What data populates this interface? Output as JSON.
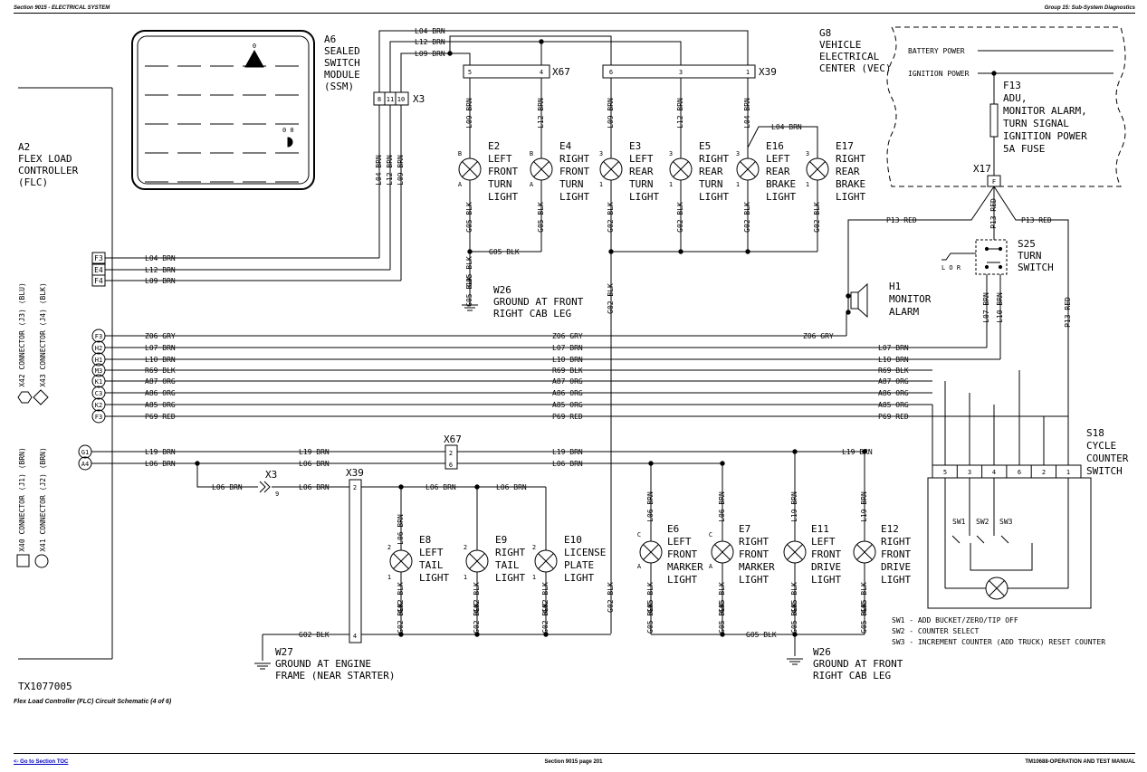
{
  "header": {
    "section": "Section 9015 - ELECTRICAL SYSTEM",
    "group": "Group 15: Sub-System Diagnostics"
  },
  "footer": {
    "toc_link": "<- Go to Section TOC",
    "page": "Section 9015 page 201",
    "manual": "TM10688-OPERATION AND TEST MANUAL"
  },
  "diagram": {
    "figure_id": "TX1077005",
    "caption": "Flex Load Controller (FLC) Circuit Schematic (4 of 6)",
    "a6": [
      "A6",
      "SEALED",
      "SWITCH",
      "MODULE",
      "(SSM)"
    ],
    "ssm_digit": "0",
    "a2": [
      "A2",
      "FLEX LOAD",
      "CONTROLLER",
      "(FLC)"
    ],
    "g8": [
      "G8",
      "VEHICLE",
      "ELECTRICAL",
      "CENTER (VEC)"
    ],
    "battery_power": "BATTERY POWER",
    "ignition_power": "IGNITION POWER",
    "f13": [
      "F13",
      "ADU,",
      "MONITOR ALARM,",
      "TURN SIGNAL",
      "IGNITION POWER",
      "5A FUSE"
    ],
    "x17": "X17",
    "x17_pin": "F",
    "s25": [
      "S25",
      "TURN",
      "SWITCH"
    ],
    "s25_pos": "L O R",
    "h1": [
      "H1",
      "MONITOR",
      "ALARM"
    ],
    "w26_top": [
      "W26",
      "GROUND AT FRONT",
      "RIGHT CAB LEG"
    ],
    "w26_bottom": [
      "W26",
      "GROUND AT FRONT",
      "RIGHT CAB LEG"
    ],
    "w27": [
      "W27",
      "GROUND AT ENGINE",
      "FRAME (NEAR STARTER)"
    ],
    "s18": [
      "S18",
      "CYCLE",
      "COUNTER",
      "SWITCH"
    ],
    "s18_pins": [
      "5",
      "3",
      "4",
      "6",
      "2",
      "1"
    ],
    "s18_sw": [
      "SW1",
      "SW2",
      "SW3"
    ],
    "sw_legend": [
      "SW1 - ADD BUCKET/ZERO/TIP OFF",
      "SW2 - COUNTER SELECT",
      "SW3 - INCREMENT COUNTER (ADD TRUCK) RESET COUNTER"
    ],
    "connector_legend": {
      "x42": "X42 CONNECTOR (J3) (BLU)",
      "x43": "X43 CONNECTOR (J4) (BLK)",
      "x40": "X40 CONNECTOR (J1) (BRN)",
      "x41": "X41 CONNECTOR (J2) (BRN)"
    },
    "x3": "X3",
    "x3_pins": [
      "8",
      "11",
      "10"
    ],
    "x3_lower": "X3",
    "x3_lower_pin": "9",
    "x67": "X67",
    "x67_pins": [
      "5",
      "4"
    ],
    "x39": "X39",
    "x39_pins": [
      "6",
      "3",
      "1"
    ],
    "x67_mid": "X67",
    "x67_mid_pins": [
      "2",
      "6"
    ],
    "x39_lower": "X39",
    "x39_lower_pins": [
      "2",
      "4"
    ],
    "lights_top": [
      {
        "id": "E2",
        "lines": [
          "E2",
          "LEFT",
          "FRONT",
          "TURN",
          "LIGHT"
        ],
        "top": "L09 BRN",
        "bot": "G05 BLK",
        "p1": "B",
        "p2": "A"
      },
      {
        "id": "E4",
        "lines": [
          "E4",
          "RIGHT",
          "FRONT",
          "TURN",
          "LIGHT"
        ],
        "top": "L12 BRN",
        "bot": "G05 BLK",
        "p1": "B",
        "p2": "A"
      },
      {
        "id": "E3",
        "lines": [
          "E3",
          "LEFT",
          "REAR",
          "TURN",
          "LIGHT"
        ],
        "top": "L09 BRN",
        "bot": "G02 BLK",
        "p1": "3",
        "p2": "1"
      },
      {
        "id": "E5",
        "lines": [
          "E5",
          "RIGHT",
          "REAR",
          "TURN",
          "LIGHT"
        ],
        "top": "L12 BRN",
        "bot": "G02 BLK",
        "p1": "3",
        "p2": "1"
      },
      {
        "id": "E16",
        "lines": [
          "E16",
          "LEFT",
          "REAR",
          "BRAKE",
          "LIGHT"
        ],
        "top": "L04 BRN",
        "bot": "G02 BLK",
        "p1": "3",
        "p2": "1"
      },
      {
        "id": "E17",
        "lines": [
          "E17",
          "RIGHT",
          "REAR",
          "BRAKE",
          "LIGHT"
        ],
        "top": "",
        "bot": "G02 BLK",
        "p1": "3",
        "p2": "1"
      }
    ],
    "lights_bottom": [
      {
        "id": "E8",
        "lines": [
          "E8",
          "LEFT",
          "TAIL",
          "LIGHT"
        ],
        "top": "L06 BRN",
        "bot": "G02 BLK",
        "p1": "2",
        "p2": "1"
      },
      {
        "id": "E9",
        "lines": [
          "E9",
          "RIGHT",
          "TAIL",
          "LIGHT"
        ],
        "top": "",
        "bot": "G02 BLK",
        "p1": "2",
        "p2": "1"
      },
      {
        "id": "E10",
        "lines": [
          "E10",
          "LICENSE",
          "PLATE",
          "LIGHT"
        ],
        "top": "",
        "bot": "G02 BLK",
        "p1": "2",
        "p2": "1"
      },
      {
        "id": "E6",
        "lines": [
          "E6",
          "LEFT",
          "FRONT",
          "MARKER",
          "LIGHT"
        ],
        "top": "L06 BRN",
        "bot": "G05 BLK",
        "p1": "C",
        "p2": "A"
      },
      {
        "id": "E7",
        "lines": [
          "E7",
          "RIGHT",
          "FRONT",
          "MARKER",
          "LIGHT"
        ],
        "top": "L06 BRN",
        "bot": "G05 BLK",
        "p1": "C",
        "p2": "A"
      },
      {
        "id": "E11",
        "lines": [
          "E11",
          "LEFT",
          "FRONT",
          "DRIVE",
          "LIGHT"
        ],
        "top": "L19 BRN",
        "bot": "G05 BLK",
        "p1": "",
        "p2": ""
      },
      {
        "id": "E12",
        "lines": [
          "E12",
          "RIGHT",
          "FRONT",
          "DRIVE",
          "LIGHT"
        ],
        "top": "L19 BRN",
        "bot": "G05 BLK",
        "p1": "",
        "p2": ""
      }
    ],
    "flc_pins_top": [
      {
        "pin": "F3",
        "wire": "L04 BRN"
      },
      {
        "pin": "E4",
        "wire": "L12 BRN"
      },
      {
        "pin": "F4",
        "wire": "L09 BRN"
      }
    ],
    "flc_pins_mid": [
      {
        "pin": "F3",
        "wire": "Z06 GRY"
      },
      {
        "pin": "H2",
        "wire": "L07 BRN"
      },
      {
        "pin": "H1",
        "wire": "L10 BRN"
      },
      {
        "pin": "M3",
        "wire": "R69 BLK"
      },
      {
        "pin": "K1",
        "wire": "A87 ORG"
      },
      {
        "pin": "C3",
        "wire": "A86 ORG"
      },
      {
        "pin": "K2",
        "wire": "A85 ORG"
      },
      {
        "pin": "F3",
        "wire": "P69 RED"
      }
    ],
    "flc_pins_low": [
      {
        "pin": "G1",
        "wire": "L19 BRN"
      },
      {
        "pin": "A4",
        "wire": "L06 BRN"
      }
    ],
    "misc_wires": {
      "l04": "L04 BRN",
      "l12": "L12 BRN",
      "l09": "L09 BRN",
      "g05": "G05 BLK",
      "g02": "G02 BLK",
      "p13": "P13 RED",
      "z06": "Z06 GRY",
      "l07": "L07 BRN",
      "l10": "L10 BRN",
      "l19": "L19 BRN",
      "l06": "L06 BRN"
    }
  }
}
